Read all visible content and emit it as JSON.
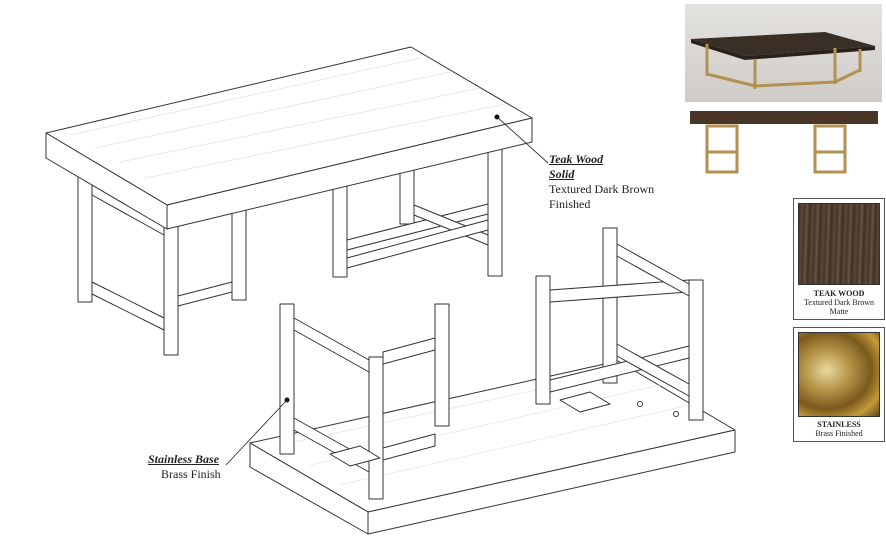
{
  "callouts": {
    "top": {
      "title_line1": "Teak Wood",
      "title_line2": "Solid",
      "body_line1": "Textured Dark Brown",
      "body_line2": "Finished"
    },
    "base": {
      "title": "Stainless Base",
      "body": "Brass Finish"
    }
  },
  "swatches": [
    {
      "name": "TEAK WOOD",
      "desc_line1": "Textured Dark Brown",
      "desc_line2": "Matte",
      "color": "#4a3a2c"
    },
    {
      "name": "STAINLESS",
      "desc_line1": "Brass Finished",
      "desc_line2": "",
      "color": "#a8852f"
    }
  ],
  "colors": {
    "line": "#333333",
    "wood_dark": "#3d2f24",
    "brass": "#b39251",
    "photo_bg": "#d9d6d2"
  }
}
